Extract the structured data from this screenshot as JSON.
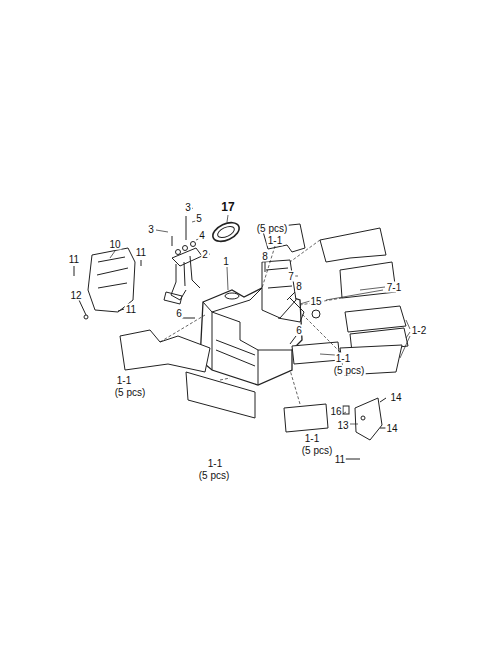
{
  "diagram": {
    "labels": [
      "17",
      "(5 pcs)",
      "1-1",
      "3",
      "5",
      "3",
      "4",
      "2",
      "10",
      "11",
      "11",
      "1",
      "8",
      "7",
      "7-1",
      "12",
      "11",
      "6",
      "8",
      "15",
      "1-2",
      "6",
      "1-1",
      "(5 pcs)",
      "1-1",
      "(5 pcs)",
      "1-1",
      "(5 pcs)",
      "1-1",
      "(5 pcs)",
      "16",
      "14",
      "13",
      "14",
      "11"
    ]
  }
}
